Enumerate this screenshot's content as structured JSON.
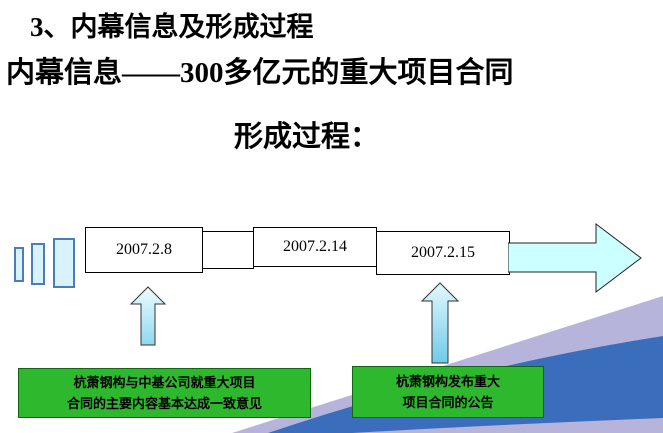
{
  "colors": {
    "callout_bg": "#2eb82e",
    "arrow_fill": "#ccffff",
    "wave_blue": "#3a6ebc",
    "wave_lavender": "#b6b4da",
    "box_border": "#000000"
  },
  "slide": {
    "heading": "3、内幕信息及形成过程",
    "subtitle_line1": "内幕信息——300多亿元的重大项目合同",
    "subtitle_line2": "形成过程："
  },
  "timeline": {
    "dates": [
      "2007.2.8",
      "2007.2.14",
      "2007.2.15"
    ]
  },
  "callouts": {
    "left": {
      "lines": [
        "杭萧钢构与中基公司就重大项目",
        "合同的主要内容基本达成一致意见"
      ]
    },
    "right": {
      "lines": [
        "杭萧钢构发布重大",
        "项目合同的公告"
      ]
    }
  }
}
